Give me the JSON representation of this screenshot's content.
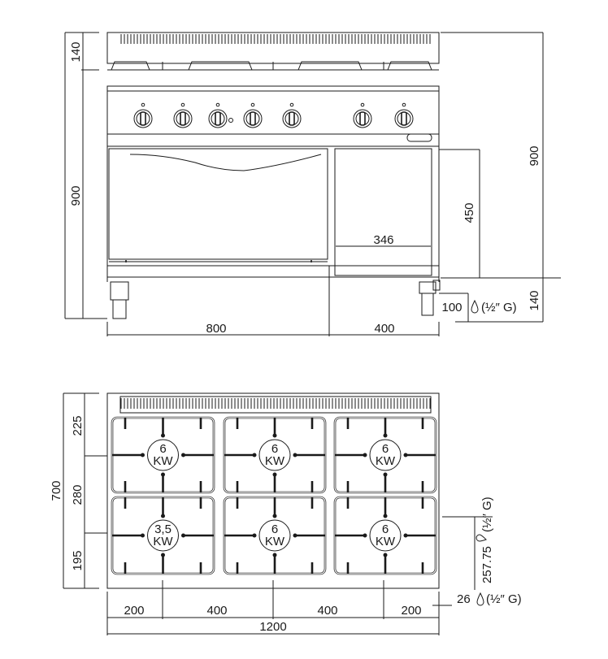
{
  "front_view": {
    "dims": {
      "top_height": "140",
      "left_height": "900",
      "right_height": "900",
      "oven_height": "450",
      "cabinet_width": "346",
      "leg_height": "140",
      "gas_height": "100",
      "gas_thread": "(½″ G)",
      "width_oven": "800",
      "width_cabinet": "400"
    },
    "knob_count": 7
  },
  "top_view": {
    "dims": {
      "depth_total": "700",
      "depth_back": "225",
      "depth_mid": "280",
      "depth_front": "195",
      "gas_side_height": "257.75",
      "gas_side_thread": "(½″ G)",
      "gas_bottom": "26",
      "gas_bottom_thread": "(½″ G)",
      "w_left": "200",
      "w_mid1": "400",
      "w_mid2": "400",
      "w_right": "200",
      "w_total": "1200"
    },
    "burners": [
      {
        "value": "6",
        "unit": "KW"
      },
      {
        "value": "6",
        "unit": "KW"
      },
      {
        "value": "6",
        "unit": "KW"
      },
      {
        "value": "3,5",
        "unit": "KW"
      },
      {
        "value": "6",
        "unit": "KW"
      },
      {
        "value": "6",
        "unit": "KW"
      }
    ]
  },
  "icons": {
    "gas": "gas-drop-icon"
  }
}
